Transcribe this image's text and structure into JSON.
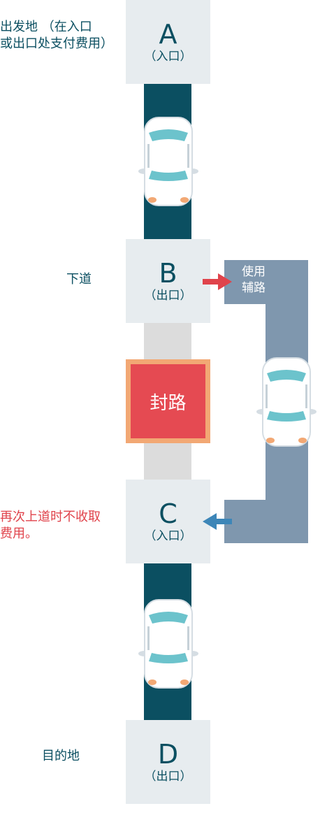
{
  "stations": [
    {
      "letter": "A",
      "sub": "（入口）"
    },
    {
      "letter": "B",
      "sub": "（出口）"
    },
    {
      "letter": "C",
      "sub": "（入口）"
    },
    {
      "letter": "D",
      "sub": "（出口）"
    }
  ],
  "labels": {
    "start": [
      "出发地 （在入口",
      "或出口处支付费用）"
    ],
    "exit": "下道",
    "reenter": [
      "再次上道时不收取",
      "费用。"
    ],
    "destination": "目的地"
  },
  "closed": "封路",
  "detour": [
    "使用",
    "辅路"
  ],
  "colors": {
    "road": "#0b4f61",
    "closed_road": "#dcdcdc",
    "station_bg": "#e7ecef",
    "detour_road": "#7f97ae",
    "closed_fill": "#e54a52",
    "closed_border": "#f2a874",
    "arrow_exit": "#e0434b",
    "arrow_enter": "#3d86b8",
    "text_accent": "#e0434b"
  }
}
